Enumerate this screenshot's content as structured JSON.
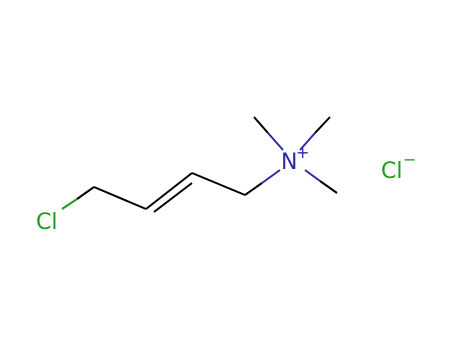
{
  "molecule": {
    "atoms": {
      "cl_substituent": {
        "symbol": "Cl",
        "color": "#1a9e1a"
      },
      "nitrogen": {
        "symbol": "N",
        "charge": "+",
        "color": "#2d2aa5"
      },
      "chloride_ion": {
        "symbol": "Cl",
        "charge": "−",
        "color": "#1a9e1a"
      }
    },
    "colors": {
      "carbon_bond": "#000000",
      "nitrogen": "#2d2aa5",
      "chlorine": "#1a9e1a"
    }
  }
}
